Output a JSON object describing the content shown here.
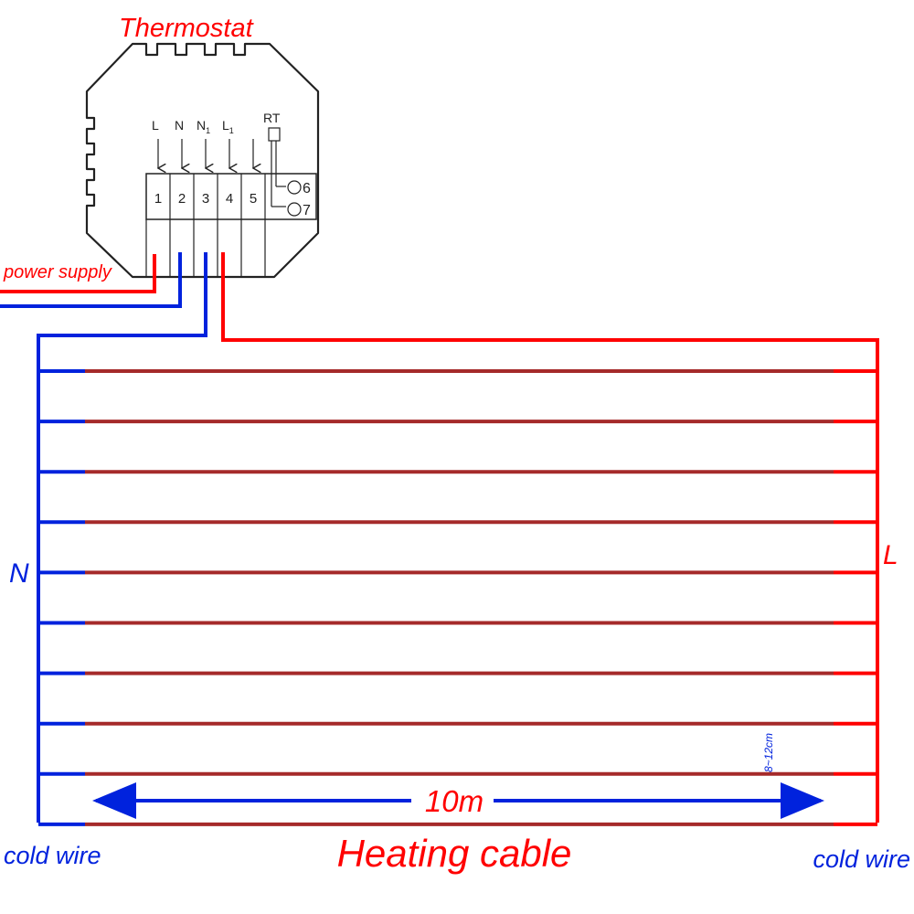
{
  "title": "Thermostat",
  "power_supply_label": "power supply",
  "terminal_labels": [
    {
      "text": "L",
      "sub": ""
    },
    {
      "text": "N",
      "sub": ""
    },
    {
      "text": "N",
      "sub": "1"
    },
    {
      "text": "L",
      "sub": "1"
    }
  ],
  "rt_label": "RT",
  "terminal_numbers": [
    "1",
    "2",
    "3",
    "4",
    "5"
  ],
  "sensor_terminals": [
    "6",
    "7"
  ],
  "neutral_label": "N",
  "live_label": "L",
  "spacing_label": "8~12cm",
  "length_label": "10m",
  "heating_cable_label": "Heating cable",
  "cold_wire_left": "cold wire",
  "cold_wire_right": "cold wire",
  "cable_runs": 10,
  "colors": {
    "live": "#ff0000",
    "neutral": "#0022dd",
    "heating_cable": "#a52a2a",
    "outline": "#222222"
  }
}
